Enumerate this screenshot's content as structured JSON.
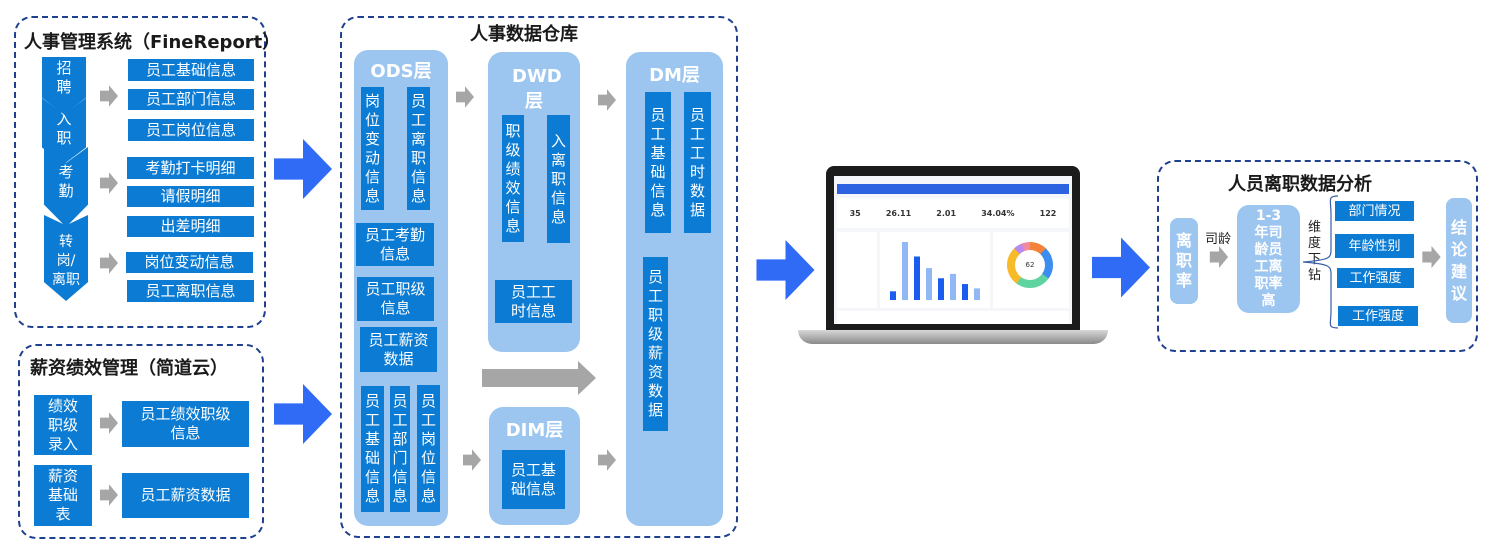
{
  "hr_system": {
    "title": "人事管理系统（FineReport）",
    "stages": [
      "招聘",
      "入职",
      "考勤",
      "转岗/离职"
    ],
    "items": [
      "员工基础信息",
      "员工部门信息",
      "员工岗位信息",
      "考勤打卡明细",
      "请假明细",
      "出差明细",
      "岗位变动信息",
      "员工离职信息"
    ]
  },
  "salary_system": {
    "title": "薪资绩效管理（简道云）",
    "sources": [
      "绩效职级录入",
      "薪资基础表"
    ],
    "items": [
      "员工绩效职级信息",
      "员工薪资数据"
    ]
  },
  "warehouse": {
    "title": "人事数据仓库",
    "ods": {
      "title": "ODS层",
      "items": [
        "岗位变动信息",
        "员工离职信息",
        "员工考勤信息",
        "员工职级信息",
        "员工薪资数据",
        "员工基础信息",
        "员工部门信息",
        "员工岗位信息"
      ]
    },
    "dwd": {
      "title": "DWD层",
      "items": [
        "职级绩效信息",
        "入离职信息",
        "员工工时信息"
      ]
    },
    "dim": {
      "title": "DIM层",
      "items": [
        "员工基础信息"
      ]
    },
    "dm": {
      "title": "DM层",
      "items": [
        "员工基础信息",
        "员工工时数据",
        "员工职级薪资数据"
      ]
    }
  },
  "dashboard": {
    "kpis": [
      "35",
      "26.11",
      "2.01",
      "34.04%",
      "122"
    ],
    "donut_center": "62",
    "bars": [
      6,
      40,
      30,
      22,
      15,
      18,
      11,
      8
    ],
    "colors": {
      "header": "#2d62e0",
      "bar": "#1a5cf0",
      "bar_light": "#8fb8f5"
    }
  },
  "analysis": {
    "title": "人员离职数据分析",
    "start": "离职率",
    "arrow_label": "司龄",
    "finding": "1-3年司龄员工离职率高",
    "drill": "维度下钻",
    "dimensions": [
      "部门情况",
      "年龄性别",
      "工作强度",
      "工作强度"
    ],
    "conclusion": "结论建议"
  },
  "colors": {
    "item_blue": "#0b7bd3",
    "panel": "#9cc6ef",
    "flow_arrow": "#2f6bf5",
    "gray_arrow": "#a6a6a6",
    "border": "#1f3f8f"
  }
}
